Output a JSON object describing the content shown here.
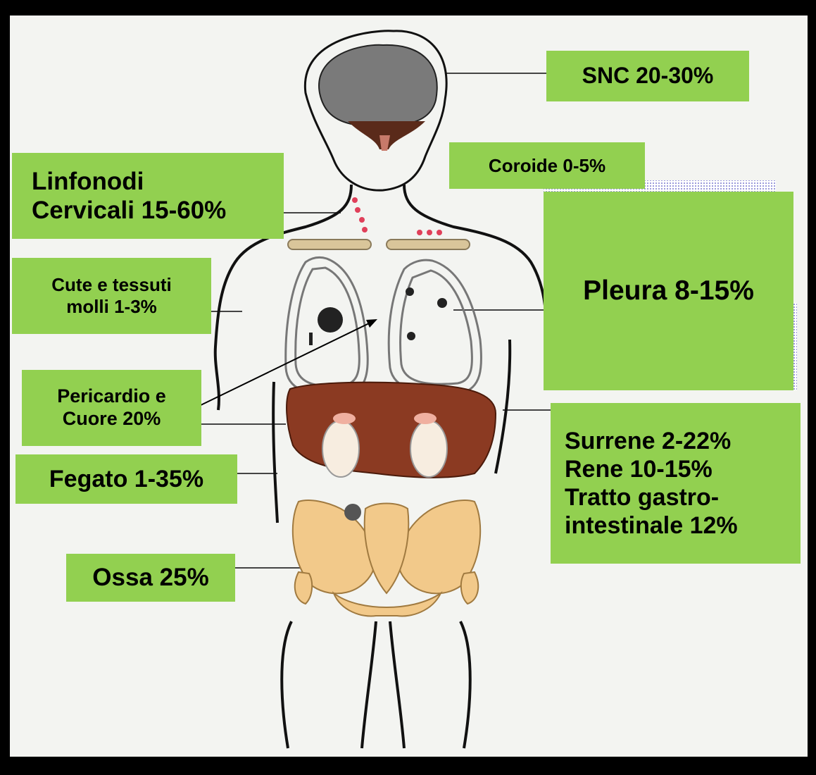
{
  "labels": {
    "snc": [
      "SNC 20-30%"
    ],
    "coroide": [
      "Coroide 0-5%"
    ],
    "linfonodi": [
      "Linfonodi",
      "Cervicali 15-60%"
    ],
    "pleura": [
      "Pleura 8-15%"
    ],
    "cute": [
      "Cute e tessuti",
      "molli 1-3%"
    ],
    "pericardio": [
      "Pericardio e",
      "Cuore 20%"
    ],
    "fegato": [
      "Fegato 1-35%"
    ],
    "surrene": [
      "Surrene 2-22%",
      "Rene 10-15%",
      "Tratto gastro-",
      "intestinale 12%"
    ],
    "ossa": [
      "Ossa 25%"
    ]
  },
  "colors": {
    "label_bg": "#92d050",
    "frame": "#000000",
    "background": "#f3f4f1",
    "liver": "#8b3a22",
    "bones": "#f2c98a",
    "brain": "#777777"
  }
}
